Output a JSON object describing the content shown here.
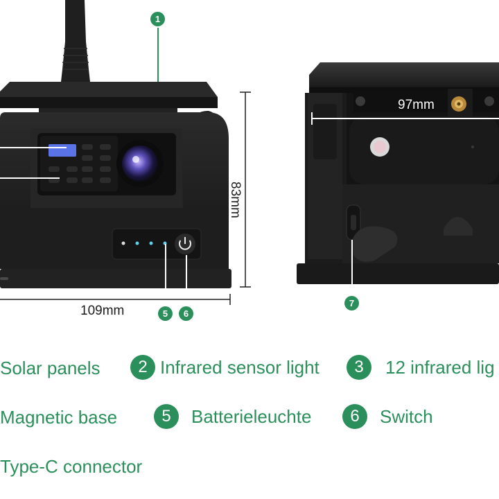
{
  "colors": {
    "accent": "#2a8f5a",
    "text": "#1d1d1d",
    "device": "#1e1e1e"
  },
  "dimensions": {
    "width_front": "109mm",
    "height": "83mm",
    "width_side": "97mm"
  },
  "callouts": [
    "1",
    "5",
    "6",
    "7"
  ],
  "legend": [
    {
      "num": "",
      "text": "Solar panels"
    },
    {
      "num": "2",
      "text": "Infrared sensor light"
    },
    {
      "num": "3",
      "text": "12 infrared lig"
    },
    {
      "num": "",
      "text": "Magnetic base"
    },
    {
      "num": "5",
      "text": "Batterieleuchte"
    },
    {
      "num": "6",
      "text": "Switch"
    },
    {
      "num": "",
      "text": "Type-C connector"
    }
  ]
}
